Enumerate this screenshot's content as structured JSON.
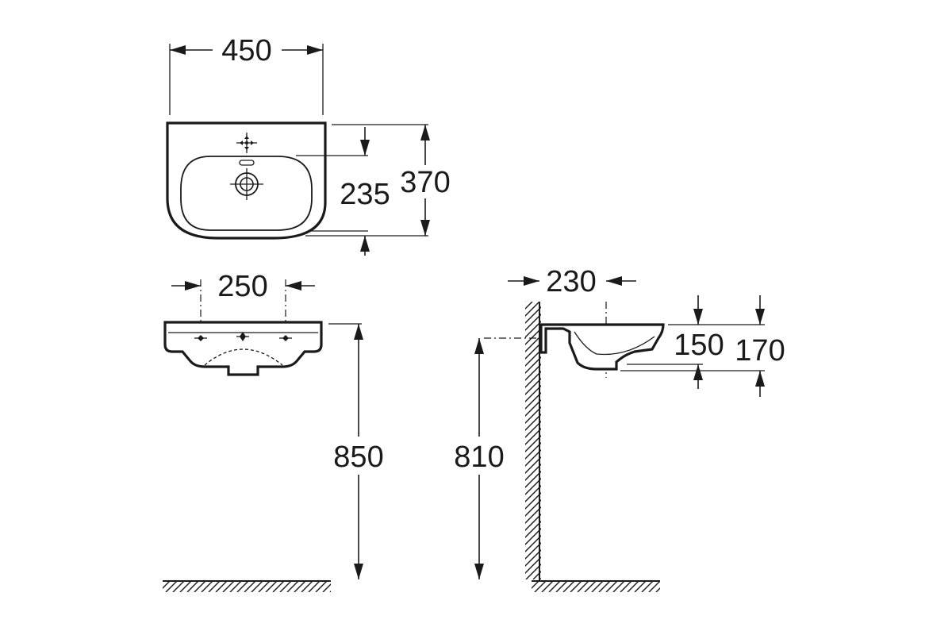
{
  "dimensions": {
    "top_width": "450",
    "top_depth_total": "370",
    "top_depth_tap": "235",
    "front_tap_spacing": "250",
    "front_height_floor": "850",
    "side_wall_offset": "230",
    "side_bowl_depth": "150",
    "side_height_total": "170",
    "side_height_floor": "810"
  },
  "colors": {
    "line": "#1a1a1a",
    "background": "#ffffff"
  }
}
